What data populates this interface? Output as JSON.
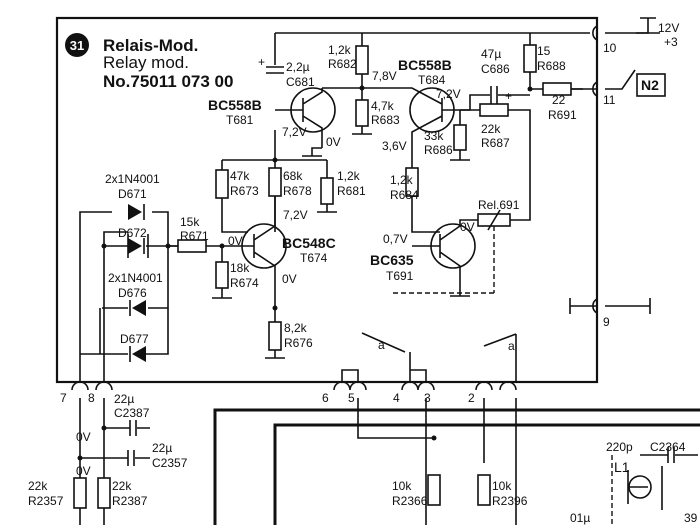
{
  "module": {
    "badge": "31",
    "title_de": "Relais-Mod.",
    "title_en": "Relay mod.",
    "part_number": "No.75011 073 00"
  },
  "supply": {
    "label_top": "12V",
    "label_bottom": "+3"
  },
  "relay_tag": "N2",
  "pins": [
    "10",
    "11",
    "9",
    "7",
    "8",
    "6",
    "5",
    "4",
    "3",
    "2"
  ],
  "transistors": [
    {
      "type": "BC558B",
      "ref": "T681"
    },
    {
      "type": "BC558B",
      "ref": "T684"
    },
    {
      "type": "BC548C",
      "ref": "T674"
    },
    {
      "type": "BC635",
      "ref": "T691"
    }
  ],
  "resistors": [
    {
      "value": "1,2k",
      "ref": "R682"
    },
    {
      "value": "4,7k",
      "ref": "R683"
    },
    {
      "value": "15",
      "ref": "R688"
    },
    {
      "value": "22",
      "ref": "R691"
    },
    {
      "value": "22k",
      "ref": "R687"
    },
    {
      "value": "33k",
      "ref": "R686"
    },
    {
      "value": "47k",
      "ref": "R673"
    },
    {
      "value": "68k",
      "ref": "R678"
    },
    {
      "value": "1,2k",
      "ref": "R681"
    },
    {
      "value": "1,2k",
      "ref": "R684"
    },
    {
      "value": "15k",
      "ref": "R671"
    },
    {
      "value": "18k",
      "ref": "R674"
    },
    {
      "value": "8,2k",
      "ref": "R676"
    },
    {
      "value": "22k",
      "ref": "R2357"
    },
    {
      "value": "22k",
      "ref": "R2387"
    },
    {
      "value": "10k",
      "ref": "R2366"
    },
    {
      "value": "10k",
      "ref": "R2396"
    }
  ],
  "capacitors": [
    {
      "value": "2,2µ",
      "ref": "C681"
    },
    {
      "value": "47µ",
      "ref": "C686"
    },
    {
      "value": "22µ",
      "ref": "C2387"
    },
    {
      "value": "22µ",
      "ref": "C2357"
    },
    {
      "value": "220p",
      "ref": "C2364"
    }
  ],
  "diodes": [
    {
      "part": "2x1N4001",
      "ref": "D671"
    },
    {
      "part": "",
      "ref": "D672"
    },
    {
      "part": "2x1N4001",
      "ref": "D676"
    },
    {
      "part": "",
      "ref": "D677"
    }
  ],
  "relay_coil": "Rel.691",
  "inductor": "L1",
  "contact_label": "a",
  "voltages": {
    "t681_e": "7,2V",
    "t681_c": "0V",
    "t684_b": "7,8V",
    "t684_c": "7,2V",
    "t684_e": "3,6V",
    "t674_b": "0V",
    "t674_c": "7,2V",
    "t674_e": "0V",
    "t691_b": "0,7V",
    "t691_c": "0V",
    "bus_a": "0V",
    "bus_b": "0V"
  },
  "misc": {
    "cut_cap": "01µ",
    "cut_right": "39"
  },
  "polarity": "+"
}
